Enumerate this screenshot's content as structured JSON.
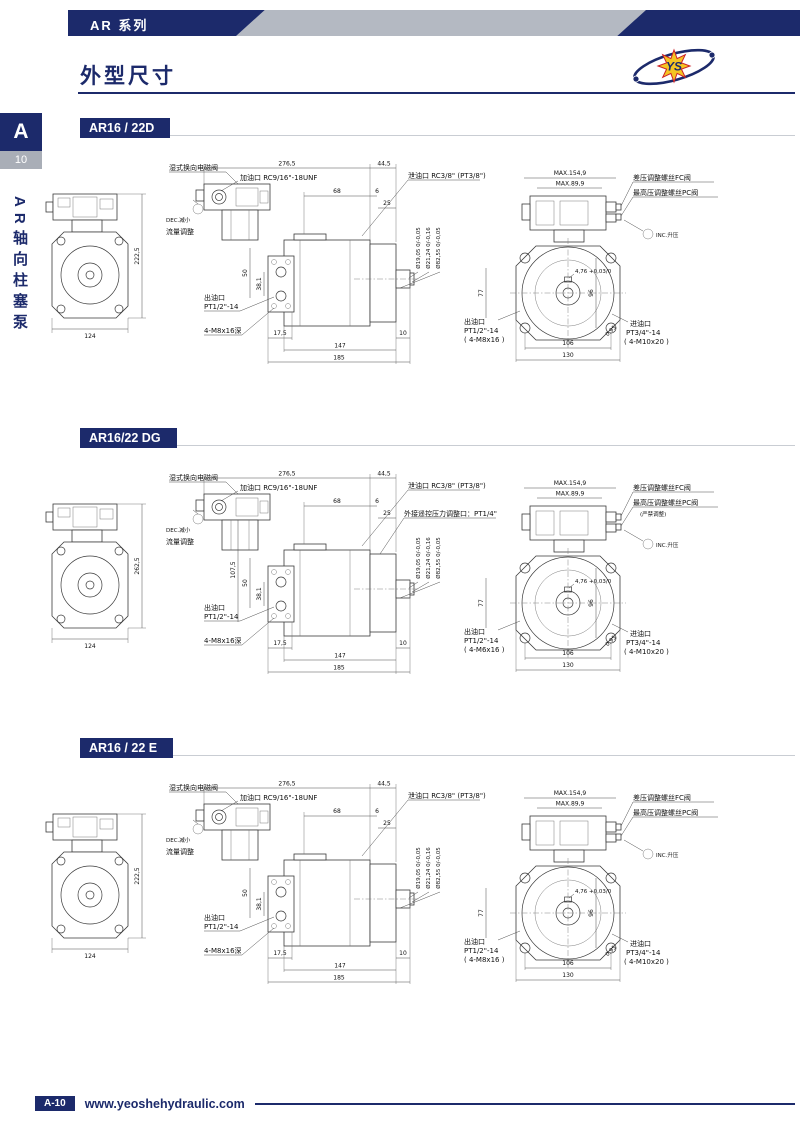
{
  "header": {
    "series_tab": "AR  系列",
    "page_title": "外型尺寸",
    "logo_text": "YS"
  },
  "sidebar": {
    "letter": "A",
    "page_num": "10",
    "vertical_label": "AR轴向柱塞泵"
  },
  "footer": {
    "page_code": "A-10",
    "url": "www.yeoshehydraulic.com"
  },
  "sections": [
    {
      "title": "AR16 / 22D",
      "callouts": {
        "solenoid_valve": "湿式换向电磁阀",
        "fill_port": "加油口 RC9/16\"-18UNF",
        "drain_port": "泄油口 RC3/8\" (PT3/8\")",
        "remote_port": "",
        "dec_label": "DEC.减小",
        "flow_label": "流量调整",
        "inc_label": "INC.升压",
        "fc_valve": "差压调整螺丝FC阀",
        "pc_valve": "最高压调整螺丝PC阀",
        "pc_valve_note": "",
        "outlet_port": "出油口",
        "outlet_thread": "PT1/2\"-14",
        "outlet_tap": "4-M8x16深",
        "outlet_rear_port": "出油口",
        "outlet_rear_thread": "PT1/2\"-14",
        "outlet_rear_tap": "( 4-M8x16 )",
        "inlet_port": "进油口",
        "inlet_thread": "PT3/4\"-14",
        "inlet_tap": "( 4-M10x20 )"
      },
      "dims": {
        "overall_width": "276,5",
        "rear_ext": "44,5",
        "d68": "68",
        "d6": "6",
        "d25": "25",
        "d50": "50",
        "d38_1": "38,1",
        "d107_5": "",
        "side_height": "222,5",
        "side_width": "124",
        "shaft_dia": "Ø19,05 0/-0,05",
        "shaft_key_dia": "Ø21,24 0/-0,16",
        "pilot_dia": "Ø82,55 0/-0,05",
        "d77": "77",
        "d17_5": "17,5",
        "d147": "147",
        "d185": "185",
        "d10": "10",
        "max_w1": "MAX.154,9",
        "max_w2": "MAX.89,9",
        "key_w": "4,76 +0,03/0",
        "d96": "96",
        "d0_95": "0,95",
        "d106": "106",
        "d130": "130"
      }
    },
    {
      "title": "AR16/22 DG",
      "callouts": {
        "solenoid_valve": "湿式换向电磁阀",
        "fill_port": "加油口 RC9/16\"-18UNF",
        "drain_port": "泄油口 RC3/8\" (PT3/8\")",
        "remote_port": "外接遥控压力调整口：PT1/4\"",
        "dec_label": "DEC.减小",
        "flow_label": "流量调整",
        "inc_label": "INC.升压",
        "fc_valve": "差压调整螺丝FC阀",
        "pc_valve": "最高压调整螺丝PC阀",
        "pc_valve_note": "(严禁调整)",
        "outlet_port": "出油口",
        "outlet_thread": "PT1/2\"-14",
        "outlet_tap": "4-M8x16深",
        "outlet_rear_port": "出油口",
        "outlet_rear_thread": "PT1/2\"-14",
        "outlet_rear_tap": "( 4-M6x16 )",
        "inlet_port": "进油口",
        "inlet_thread": "PT3/4\"-14",
        "inlet_tap": "( 4-M10x20 )"
      },
      "dims": {
        "overall_width": "276,5",
        "rear_ext": "44,5",
        "d68": "68",
        "d6": "6",
        "d25": "25",
        "d50": "50",
        "d38_1": "38,1",
        "d107_5": "107,5",
        "side_height": "262,5",
        "side_width": "124",
        "shaft_dia": "Ø19,05 0/-0,05",
        "shaft_key_dia": "Ø21,24 0/-0,16",
        "pilot_dia": "Ø82,55 0/-0,05",
        "d77": "77",
        "d17_5": "17,5",
        "d147": "147",
        "d185": "185",
        "d10": "10",
        "max_w1": "MAX.154,9",
        "max_w2": "MAX.89,9",
        "key_w": "4,76 +0,03/0",
        "d96": "96",
        "d0_95": "0,95",
        "d106": "106",
        "d130": "130"
      }
    },
    {
      "title": "AR16 / 22 E",
      "callouts": {
        "solenoid_valve": "湿式换向电磁阀",
        "fill_port": "加油口 RC9/16\"-18UNF",
        "drain_port": "泄油口 RC3/8\" (PT3/8\")",
        "remote_port": "",
        "dec_label": "DEC.减小",
        "flow_label": "流量调整",
        "inc_label": "INC.升压",
        "fc_valve": "差压调整螺丝FC阀",
        "pc_valve": "最高压调整螺丝PC阀",
        "pc_valve_note": "",
        "outlet_port": "出油口",
        "outlet_thread": "PT1/2\"-14",
        "outlet_tap": "4-M8x16深",
        "outlet_rear_port": "出油口",
        "outlet_rear_thread": "PT1/2\"-14",
        "outlet_rear_tap": "( 4-M8x16 )",
        "inlet_port": "进油口",
        "inlet_thread": "PT3/4\"-14",
        "inlet_tap": "( 4-M10x20 )"
      },
      "dims": {
        "overall_width": "276,5",
        "rear_ext": "44,5",
        "d68": "68",
        "d6": "6",
        "d25": "25",
        "d50": "50",
        "d38_1": "38,1",
        "d107_5": "",
        "side_height": "222,5",
        "side_width": "124",
        "shaft_dia": "Ø19,05 0/-0,05",
        "shaft_key_dia": "Ø21,24 0/-0,16",
        "pilot_dia": "Ø82,55 0/-0,05",
        "d77": "77",
        "d17_5": "17,5",
        "d147": "147",
        "d185": "185",
        "d10": "10",
        "max_w1": "MAX.154,9",
        "max_w2": "MAX.89,9",
        "key_w": "4,76 +0,03/0",
        "d96": "96",
        "d0_95": "0,95",
        "d106": "106",
        "d130": "130"
      }
    }
  ]
}
